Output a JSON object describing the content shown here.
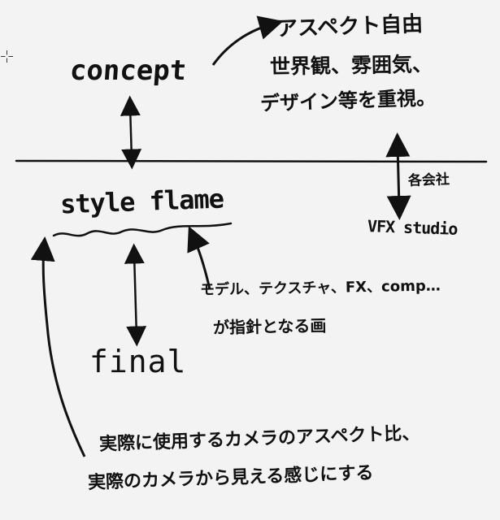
{
  "labels": {
    "concept": "concept",
    "style_frame": "style flame",
    "final": "final",
    "vfx_studio": "VFX studio",
    "companies": "各会社"
  },
  "notes": {
    "concept": [
      "アスペクト自由",
      "世界観、雰囲気、",
      "デザイン等を重視。"
    ],
    "style_frame": [
      "モデル、テクスチャ、FX、comp…",
      "が指針となる画"
    ],
    "final": [
      "実際に使用するカメラのアスペクト比、",
      "実際のカメラから見える感じにする"
    ]
  },
  "colors": {
    "ink": "#111111",
    "paper": "#f3f3f3"
  }
}
